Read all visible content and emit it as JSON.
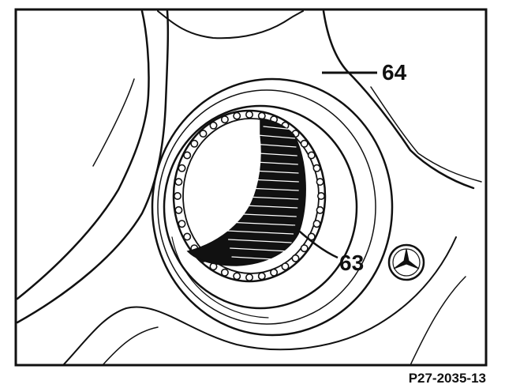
{
  "figure": {
    "reference": "P27-2035-13",
    "callouts": [
      {
        "id": "64",
        "label": "64"
      },
      {
        "id": "63",
        "label": "63"
      }
    ]
  },
  "colors": {
    "ink": "#111111",
    "paper": "#ffffff"
  },
  "icons": [
    "spline-bore",
    "star-logo-icon"
  ]
}
